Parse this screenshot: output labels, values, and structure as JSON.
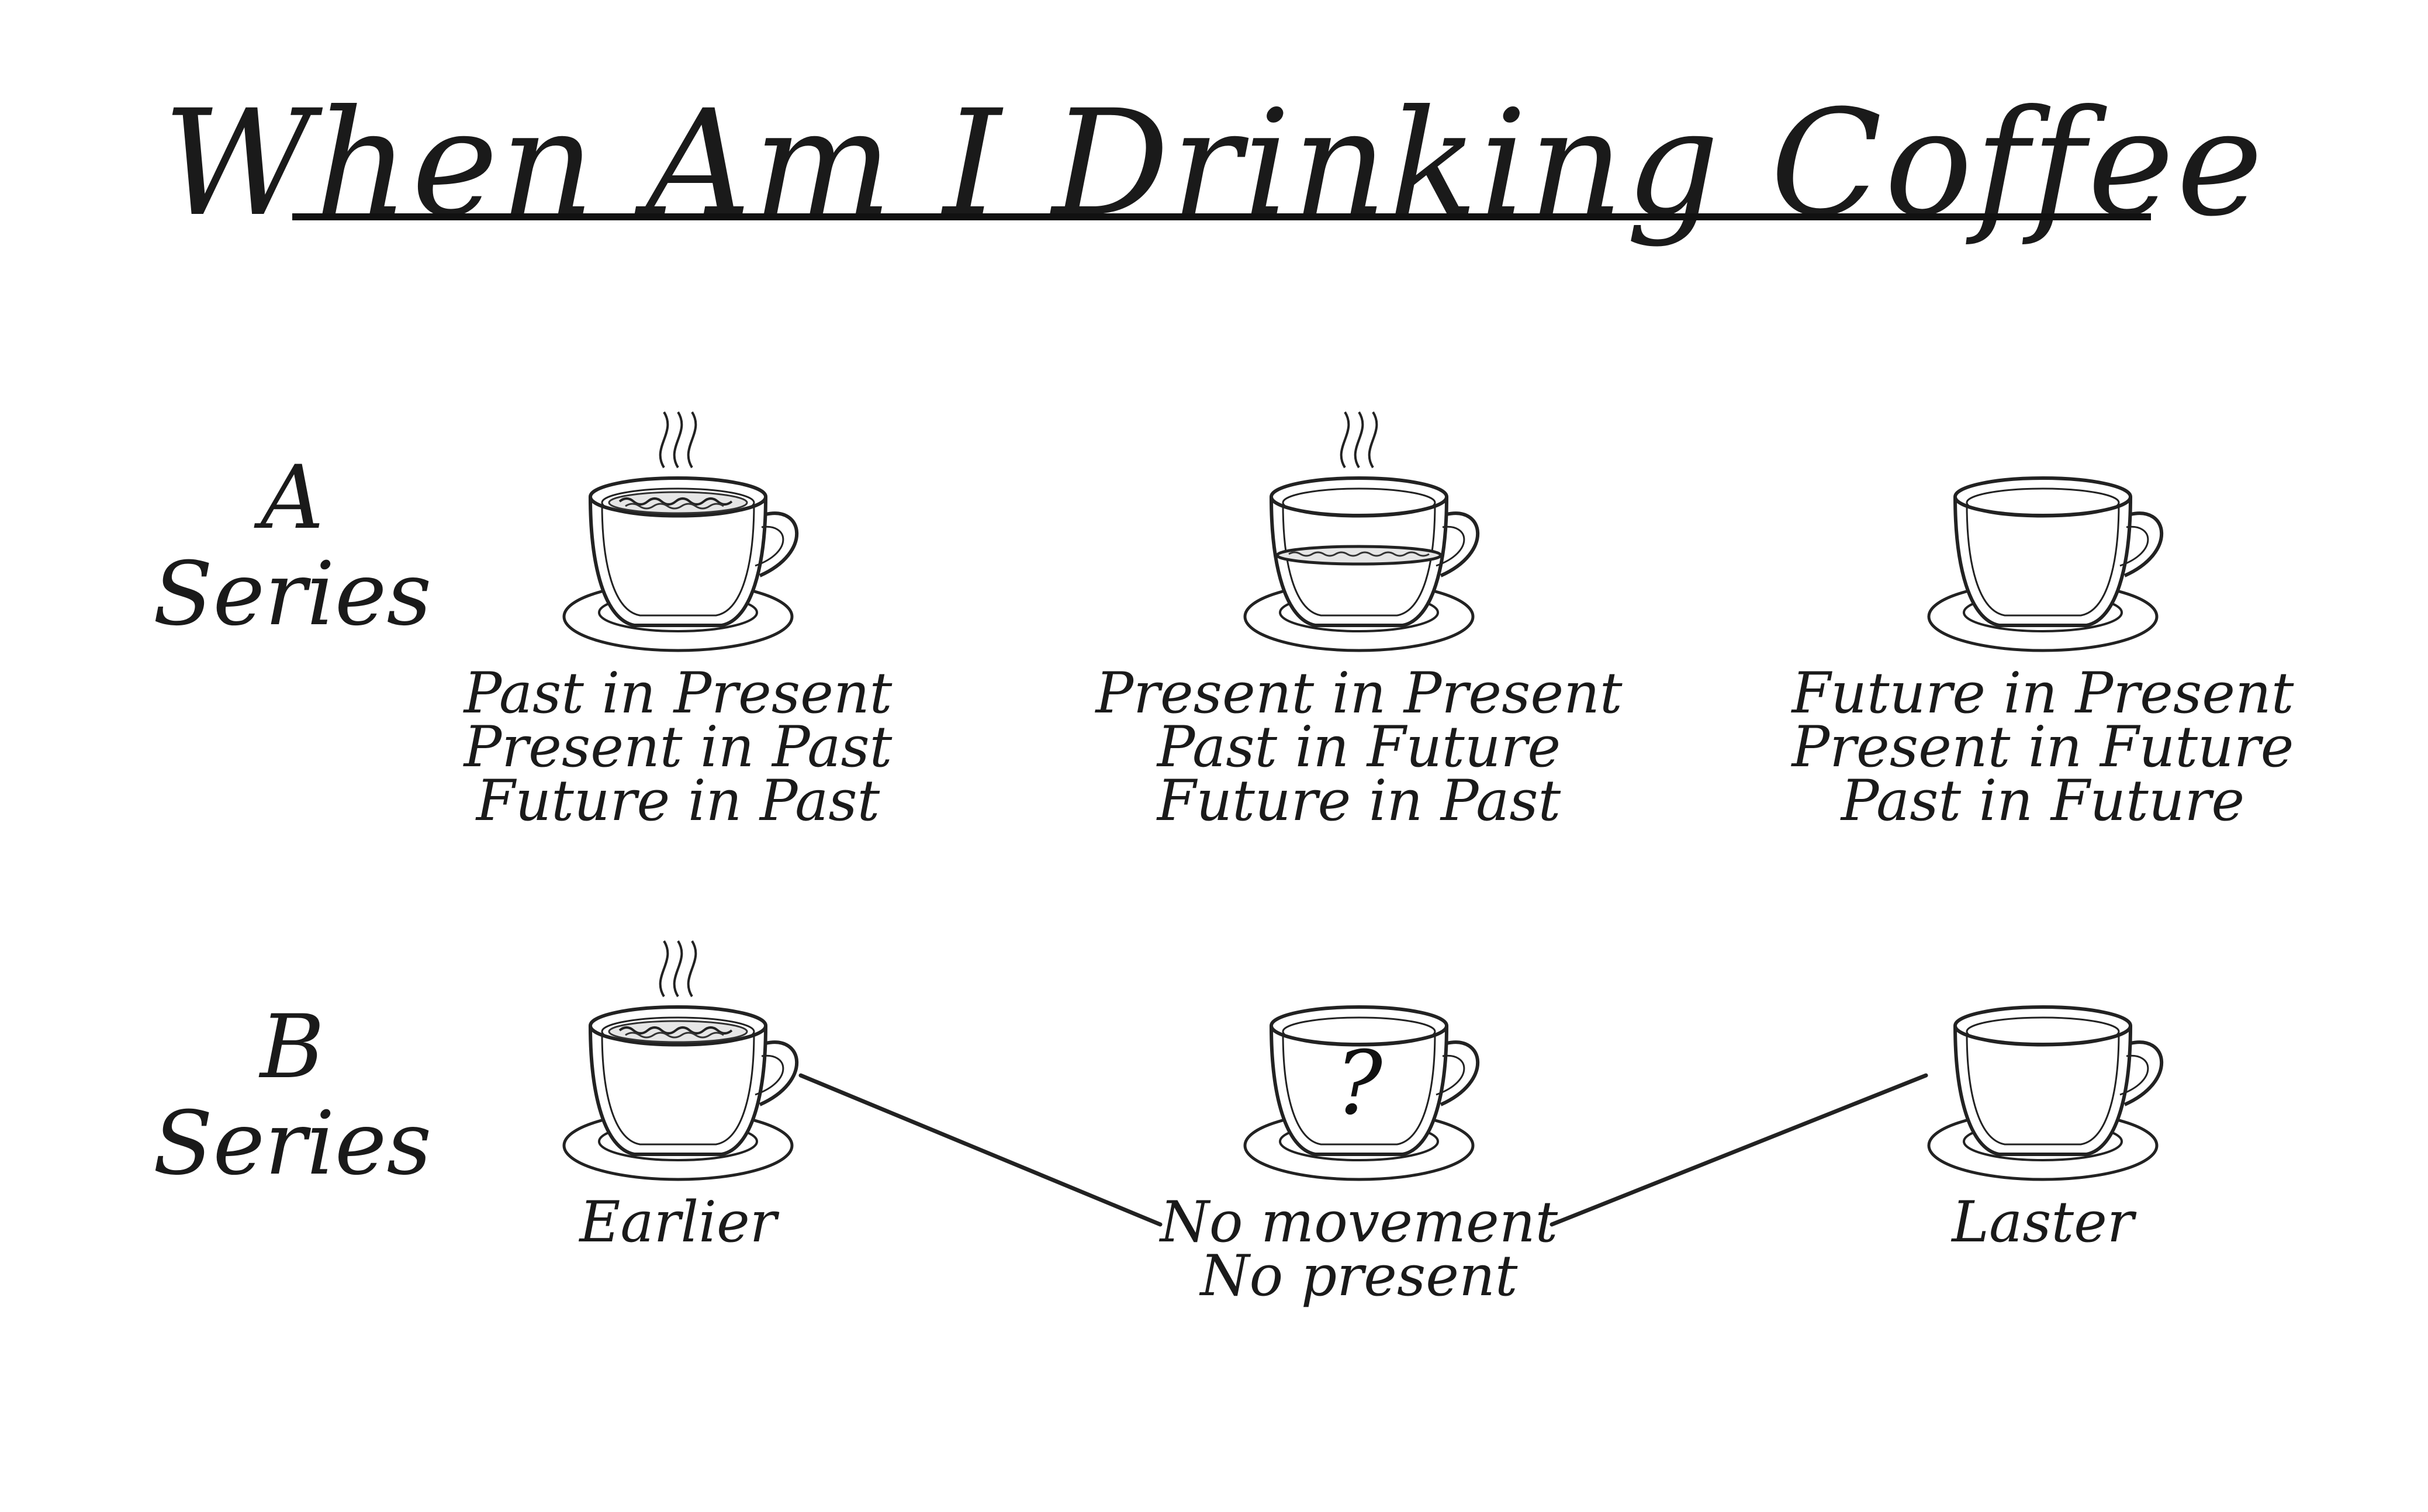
{
  "title": "When Am I Drinking Coffee",
  "a_series": {
    "label_line1": "A",
    "label_line2": "Series",
    "cups": [
      {
        "fill": "full",
        "steam": true,
        "lines": [
          "Past in Present",
          "Present in Past",
          "Future in Past"
        ]
      },
      {
        "fill": "half",
        "steam": true,
        "lines": [
          "Present in Present",
          "Past in Future",
          "Future in Past"
        ]
      },
      {
        "fill": "empty",
        "steam": false,
        "lines": [
          "Future in Present",
          "Present in Future",
          "Past in Future"
        ]
      }
    ]
  },
  "b_series": {
    "label_line1": "B",
    "label_line2": "Series",
    "cups": [
      {
        "fill": "full",
        "steam": true,
        "lines": [
          "Earlier"
        ]
      },
      {
        "fill": "unknown",
        "steam": false,
        "symbol": "?",
        "lines": [
          "No movement",
          "No present"
        ]
      },
      {
        "fill": "empty",
        "steam": false,
        "lines": [
          "Laster"
        ]
      }
    ]
  }
}
